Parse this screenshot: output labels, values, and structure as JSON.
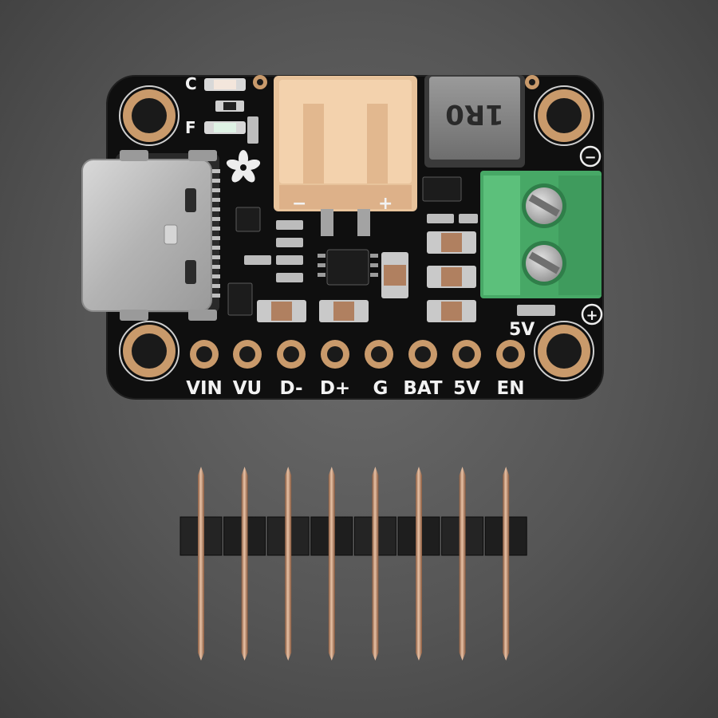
{
  "board": {
    "pin_labels": [
      "VIN",
      "VU",
      "D-",
      "D+",
      "G",
      "BAT",
      "5V",
      "EN"
    ],
    "top_left_labels": {
      "c": "C",
      "f": "F"
    },
    "inductor_marking": "1R0",
    "terminal_labels": {
      "minus": "−",
      "plus": "+"
    },
    "output_label": "5V",
    "jst_labels": {
      "minus": "−",
      "plus": "+"
    }
  },
  "header": {
    "pin_count": 8
  },
  "colors": {
    "pcb": "#111111",
    "gold": "#c99a6b",
    "jst": "#f1cfa6",
    "terminal": "#4fb56f",
    "usb": "#c7c7c7",
    "background": "#555555"
  }
}
